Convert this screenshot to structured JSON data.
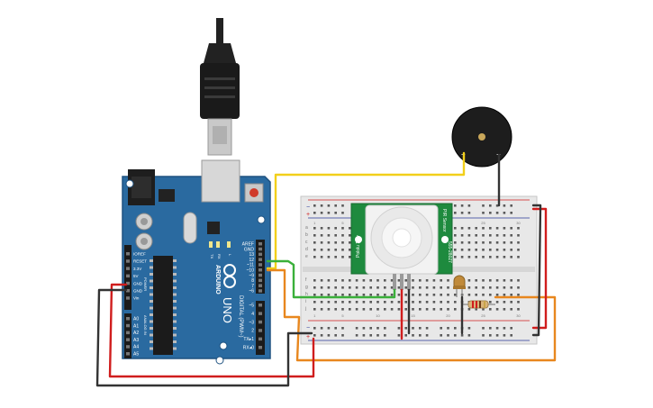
{
  "colors": {
    "arduino": "#2a6aa0",
    "arduino_dark": "#1f5280",
    "breadboard": "#e8e8e8",
    "pir": "#1e8a3e",
    "wire_yellow": "#f2cf1a",
    "wire_green": "#3ab03a",
    "wire_orange": "#e8871e",
    "wire_red": "#d01d1d",
    "wire_black": "#333333"
  },
  "arduino": {
    "logo_text": "ARDUINO",
    "model": "UNO",
    "digital_label": "DIGITAL (PWM~)",
    "power_label": "POWER",
    "analog_label": "ANALOG IN",
    "tx_label": "TX",
    "rx_label": "RX",
    "l_label": "L",
    "digital_pins": [
      "AREF",
      "GND",
      "13",
      "12",
      "~11",
      "~10",
      "~9",
      "8",
      "7",
      "~6",
      "~5",
      "4",
      "~3",
      "2",
      "TX▸1",
      "RX◂0"
    ],
    "power_pins": [
      "IOREF",
      "RESET",
      "3.3V",
      "5V",
      "GND",
      "GND",
      "Vin"
    ],
    "analog_pins": [
      "A0",
      "A1",
      "A2",
      "A3",
      "A4",
      "A5"
    ]
  },
  "breadboard": {
    "rail_plus": "+",
    "rail_minus": "−",
    "row_letters_top": [
      "a",
      "b",
      "c",
      "d",
      "e"
    ],
    "row_letters_bottom": [
      "f",
      "g",
      "h",
      "i",
      "j"
    ],
    "column_numbers": [
      "1",
      "5",
      "10",
      "15",
      "20",
      "25",
      "30"
    ]
  },
  "pir": {
    "side_text_left": "Pololu 1.1v",
    "side_text_right": "555-28027",
    "side_text_right2": "PIR Sensor"
  },
  "buzzer": {
    "plus": "+",
    "minus": "−"
  }
}
